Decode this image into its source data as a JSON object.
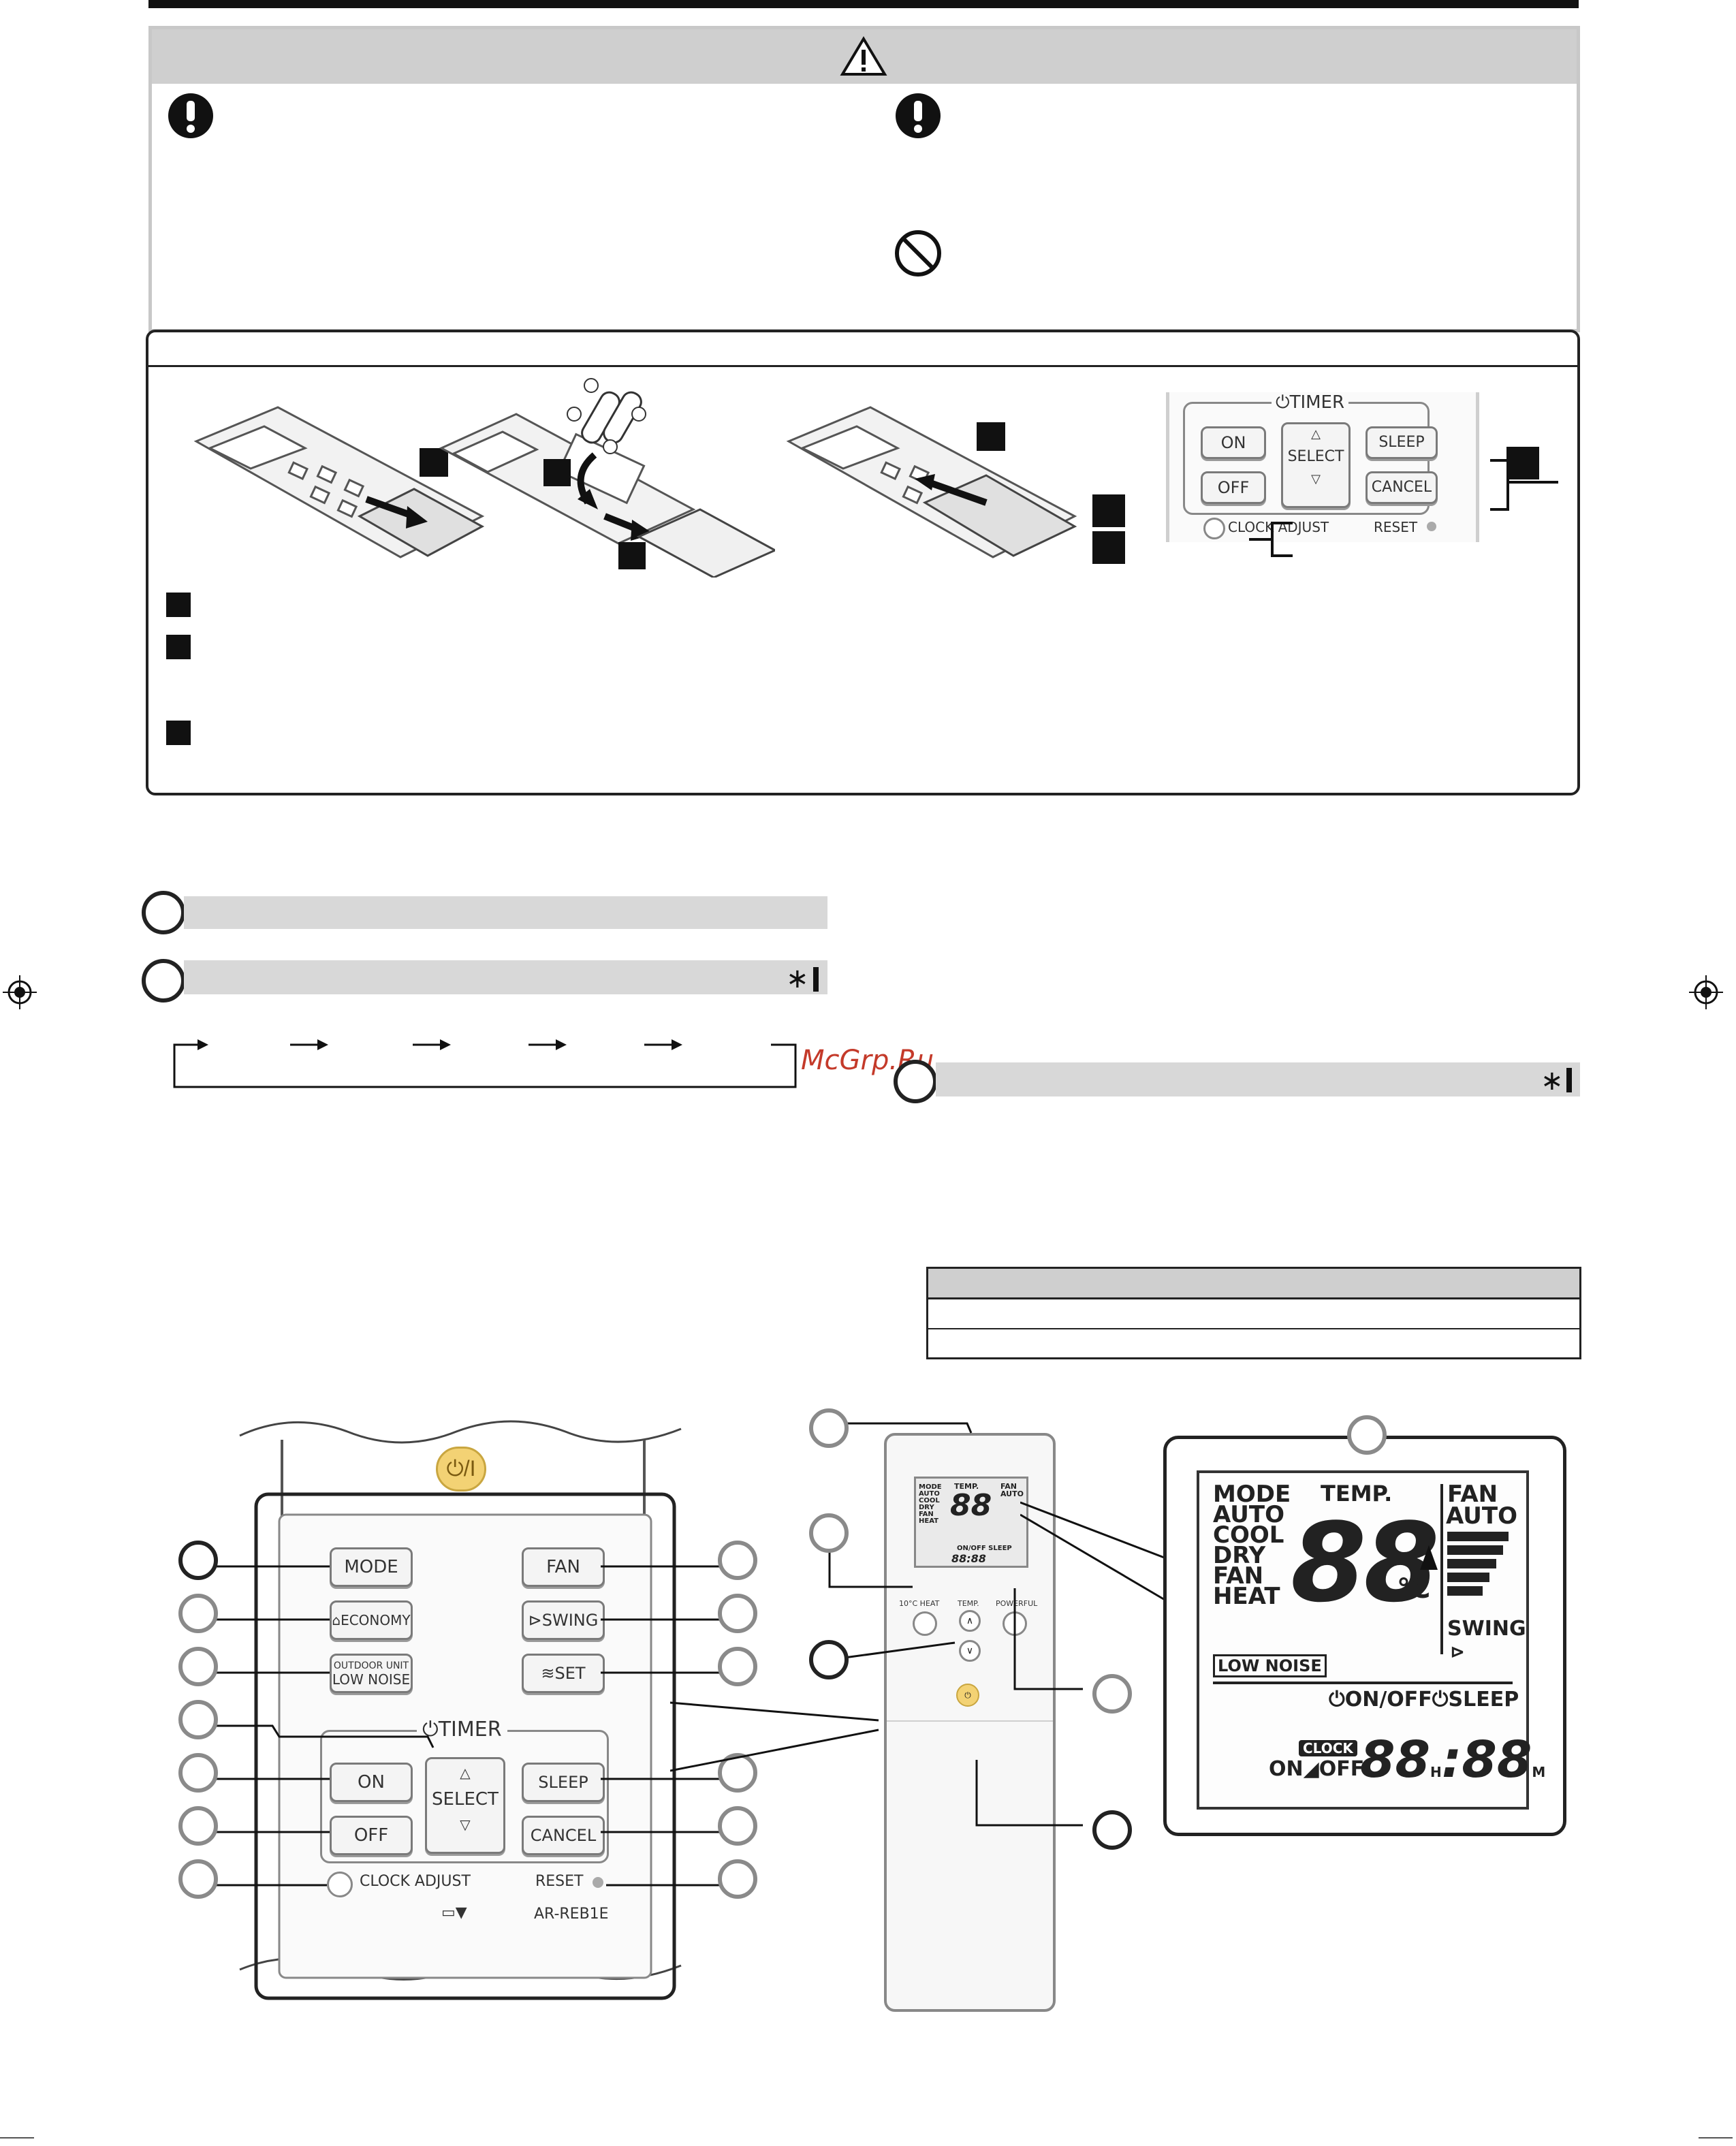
{
  "watermark": "McGrp.Ru",
  "remote": {
    "labels": {
      "timer": "TIMER",
      "up": "△",
      "select": "SELECT",
      "down": "▽",
      "on": "ON",
      "off": "OFF",
      "sleep": "SLEEP",
      "cancel": "CANCEL",
      "clock_adjust": "CLOCK ADJUST",
      "reset": "RESET"
    },
    "buttons": {
      "mode": "MODE",
      "fan": "FAN",
      "economy": "ECONOMY",
      "swing": "SWING",
      "outdoor_unit": "OUTDOOR UNIT",
      "low_noise": "LOW NOISE",
      "set": "SET"
    },
    "model": "AR-REB1E",
    "small_labels": {
      "heat": "10°C HEAT",
      "temp": "TEMP.",
      "powerful": "POWERFUL"
    }
  },
  "display": {
    "modes": [
      "MODE",
      "AUTO",
      "COOL",
      "DRY",
      "FAN",
      "HEAT"
    ],
    "temp_label": "TEMP.",
    "temp_digits": "88",
    "unit": "°C",
    "fan_label": "FAN",
    "fan_auto": "AUTO",
    "swing": "SWING",
    "low_noise": "LOW NOISE",
    "onoff": "ON/OFF",
    "sleep": "SLEEP",
    "clock": "CLOCK",
    "on": "ON",
    "off": "OFF",
    "hours": "88",
    "h": "H",
    "minutes": "88",
    "m": "M",
    "sep": ":"
  }
}
